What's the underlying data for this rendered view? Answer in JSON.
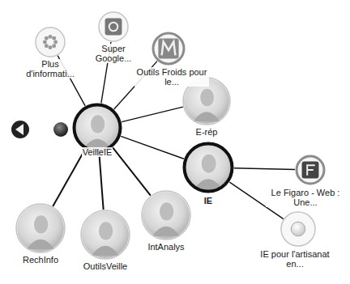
{
  "diagram": {
    "nodes": [
      {
        "text": [
          "Plus d'informati..."
        ]
      },
      {
        "text": [
          "Super Google..."
        ]
      },
      {
        "text": [
          "Outils Froids pour le..."
        ]
      },
      {
        "text": [
          "VeilleIE"
        ]
      },
      {
        "text": [
          "E-rép"
        ]
      },
      {
        "text": [
          "IE"
        ]
      },
      {
        "text": [
          "Le Figaro - Web : Une..."
        ]
      },
      {
        "text": [
          "RechInfo"
        ]
      },
      {
        "text": [
          "OutilsVeille"
        ]
      },
      {
        "text": [
          "IntAnalys"
        ]
      },
      {
        "text": [
          "IE pour l'artisanat en..."
        ]
      }
    ],
    "edges": [
      {
        "from": 3,
        "to": 0,
        "arrow": "none"
      },
      {
        "from": 3,
        "to": 1,
        "arrow": "none"
      },
      {
        "from": 3,
        "to": 2,
        "arrow": "none"
      },
      {
        "from": 3,
        "to": 4,
        "arrow": "none"
      },
      {
        "from": 3,
        "to": 5,
        "arrow": "none"
      },
      {
        "from": 3,
        "to": 7,
        "arrow": "none"
      },
      {
        "from": 3,
        "to": 8,
        "arrow": "none"
      },
      {
        "from": 3,
        "to": 9,
        "arrow": "none"
      },
      {
        "from": 5,
        "to": 6,
        "arrow": "none"
      },
      {
        "from": 5,
        "to": 10,
        "arrow": "none"
      }
    ]
  }
}
